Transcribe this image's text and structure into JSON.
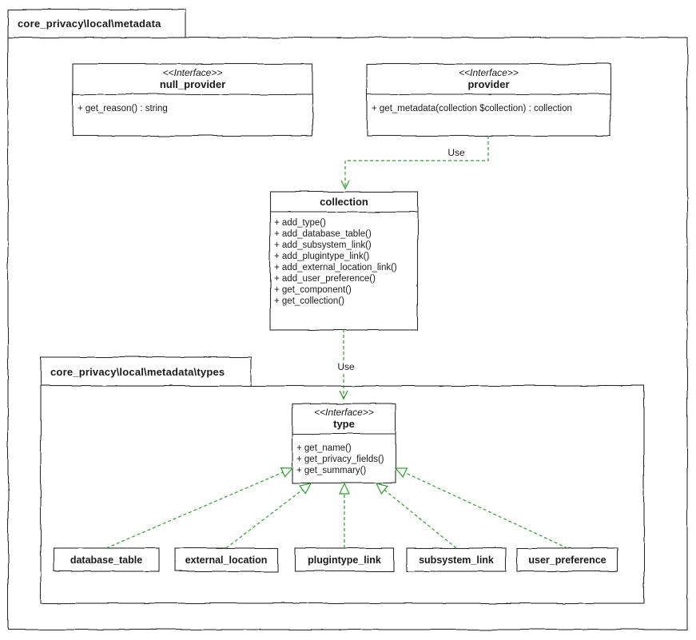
{
  "packages": {
    "metadata": {
      "label": "core_privacy\\local\\metadata"
    },
    "types": {
      "label": "core_privacy\\local\\metadata\\types"
    }
  },
  "classes": {
    "null_provider": {
      "stereotype": "<<Interface>>",
      "name": "null_provider",
      "methods": [
        "+ get_reason() : string"
      ]
    },
    "provider": {
      "stereotype": "<<Interface>>",
      "name": "provider",
      "methods": [
        "+ get_metadata(collection $collection) : collection"
      ]
    },
    "collection": {
      "name": "collection",
      "methods": [
        "+ add_type()",
        "+ add_database_table()",
        "+ add_subsystem_link()",
        "+ add_plugintype_link()",
        "+ add_external_location_link()",
        "+ add_user_preference()",
        "+ get_component()",
        "+ get_collection()"
      ]
    },
    "type": {
      "stereotype": "<<Interface>>",
      "name": "type",
      "methods": [
        "+ get_name()",
        "+ get_privacy_fields()",
        "+ get_summary()"
      ]
    },
    "database_table": {
      "name": "database_table"
    },
    "external_location": {
      "name": "external_location"
    },
    "plugintype_link": {
      "name": "plugintype_link"
    },
    "subsystem_link": {
      "name": "subsystem_link"
    },
    "user_preference": {
      "name": "user_preference"
    }
  },
  "edges": {
    "use_label": "Use",
    "arrow_color": "#28a428",
    "relations": [
      "provider ..> collection : Use",
      "collection ..> type : Use",
      "database_table ..|> type",
      "external_location ..|> type",
      "plugintype_link ..|> type",
      "subsystem_link ..|> type",
      "user_preference ..|> type"
    ]
  },
  "colors": {
    "border": "#2b2b2b",
    "background": "#ffffff",
    "text": "#1a1a1a"
  }
}
